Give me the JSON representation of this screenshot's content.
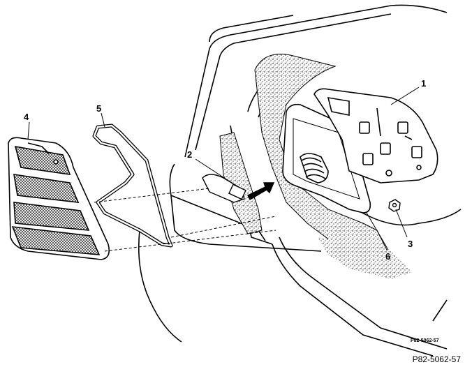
{
  "callouts": {
    "c1": "1",
    "c2": "2",
    "c3": "3",
    "c4": "4",
    "c5": "5",
    "c6": "6"
  },
  "reference_small": "P82-5062-57",
  "reference_code": "P82-5062-57",
  "colors": {
    "ink": "#000000",
    "paper": "#ffffff",
    "stipple": "#000000"
  }
}
